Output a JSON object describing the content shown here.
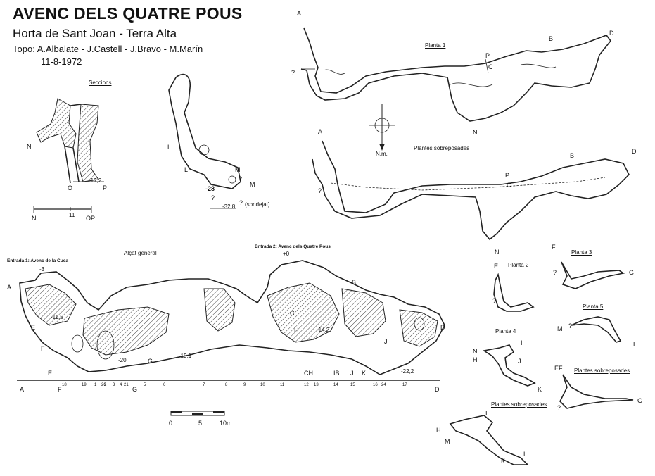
{
  "header": {
    "title": "AVENC DELS QUATRE POUS",
    "subtitle": "Horta de Sant Joan - Terra Alta",
    "topo": "Topo: A.Albalate - J.Castell - J.Bravo - M.Marín",
    "date": "11-8-1972"
  },
  "sections": {
    "title": "Seccions",
    "labels": {
      "n1": "N",
      "n2": "N",
      "o": "O",
      "p": "P",
      "op": "OP",
      "depth1": "-17,2",
      "scale_mid": "11",
      "l": "L",
      "l2": "L",
      "m": "M",
      "m2": "M",
      "depth2": "-28",
      "depth3": "-32,8",
      "sondejat": "(sondejat)",
      "q1": "?",
      "q2": "?",
      "q3": "?"
    }
  },
  "plans": {
    "planta1": "Planta 1",
    "plantes_sobreposades": "Plantes sobreposades",
    "north": "N.m.",
    "letters": {
      "a": "A",
      "b": "B",
      "d": "D",
      "p": "P",
      "c": "C",
      "n": "N",
      "q": "?",
      "a2": "A",
      "b2": "B",
      "d2": "D",
      "p2": "P",
      "c2": "C",
      "n2": "N",
      "q2": "?"
    }
  },
  "profile": {
    "title": "Alçat general",
    "entrada1": "Entrada 1: Avenc de la Cuca",
    "entrada2": "Entrada 2: Avenc dels Quatre Pous",
    "depths": {
      "d3": "-3",
      "d0": "+0",
      "d11": "-11,5",
      "d20": "-20",
      "d19": "-19,1",
      "d14": "-14,2",
      "d22": "-22,2"
    },
    "letters": {
      "a": "A",
      "e": "E",
      "f": "F",
      "g": "G",
      "b": "B",
      "c": "C",
      "h": "H",
      "d": "D",
      "j": "J"
    },
    "axis_top": [
      "E",
      "CH",
      "IB",
      "J",
      "K"
    ],
    "axis_bottom": [
      "A",
      "F",
      "G",
      "D"
    ],
    "axis_numbers": [
      "18",
      "19",
      "1",
      "2",
      "3",
      "4",
      "20",
      "21",
      "5",
      "6",
      "7",
      "8",
      "9",
      "10",
      "11",
      "12",
      "13",
      "14",
      "15",
      "16",
      "24",
      "17"
    ]
  },
  "scale": {
    "labels": [
      "0",
      "5",
      "10m"
    ]
  },
  "small_plans": {
    "planta2": "Planta 2",
    "planta3": "Planta 3",
    "planta4": "Planta 4",
    "planta5": "Planta 5",
    "plantes_sob1": "Plantes sobreposades",
    "plantes_sob2": "Plantes sobreposades",
    "p2": {
      "e": "E",
      "q": "?"
    },
    "p3": {
      "f": "F",
      "g": "G",
      "q": "?"
    },
    "p4": {
      "n": "N",
      "h": "H",
      "i": "I",
      "j": "J",
      "k": "K"
    },
    "p5": {
      "m": "M",
      "l": "L",
      "q": "?"
    },
    "ps1": {
      "ef": "EF",
      "g": "G",
      "q": "?"
    },
    "ps2": {
      "h": "H",
      "i": "I",
      "m": "M",
      "k": "K",
      "l": "L"
    }
  }
}
